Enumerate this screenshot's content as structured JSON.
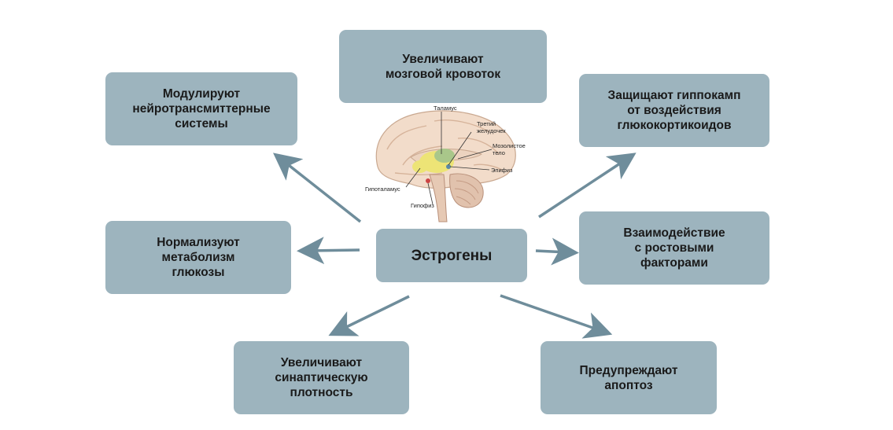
{
  "center": {
    "label": "Эстрогены"
  },
  "effects": {
    "top": [
      "Увеличивают",
      "мозговой кровоток"
    ],
    "top_left": [
      "Модулируют",
      "нейротрансмиттерные",
      "системы"
    ],
    "top_right": [
      "Защищают гиппокамп",
      "от воздействия",
      "глюкокортикоидов"
    ],
    "left": [
      "Нормализуют",
      "метаболизм",
      "глюкозы"
    ],
    "right": [
      "Взаимодействие",
      "с ростовыми",
      "факторами"
    ],
    "bottom_left": [
      "Увеличивают",
      "синаптическую",
      "плотность"
    ],
    "bottom_right": [
      "Предупреждают",
      "апоптоз"
    ]
  },
  "brain_labels": {
    "thalamus": "Таламус",
    "third_ventricle_1": "Третий",
    "third_ventricle_2": "желудочек",
    "corpus_callosum_1": "Мозолистое",
    "corpus_callosum_2": "тело",
    "epiphysis": "Эпифиз",
    "hypothalamus": "Гипоталамус",
    "hypophysis": "Гипофиз"
  },
  "colors": {
    "box_fill": "#9db4be",
    "arrow": "#6f8d9b",
    "text": "#1a1a1a"
  }
}
